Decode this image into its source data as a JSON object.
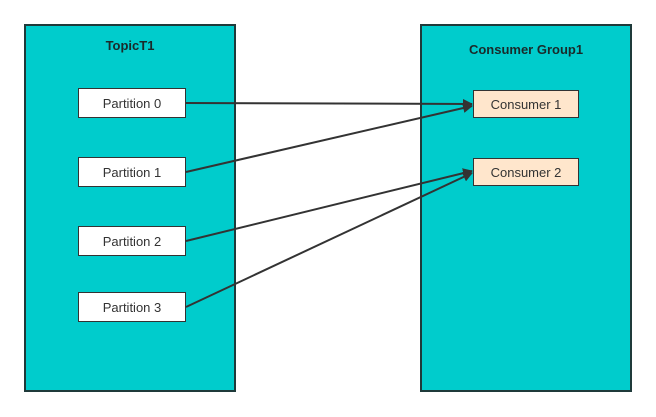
{
  "topic": {
    "title": "TopicT1",
    "partitions": [
      "Partition 0",
      "Partition 1",
      "Partition 2",
      "Partition 3"
    ]
  },
  "consumer_group": {
    "title": "Consumer Group1",
    "consumers": [
      "Consumer 1",
      "Consumer 2"
    ]
  },
  "assignments": [
    {
      "from": "Partition 0",
      "to": "Consumer 1"
    },
    {
      "from": "Partition 1",
      "to": "Consumer 1"
    },
    {
      "from": "Partition 2",
      "to": "Consumer 2"
    },
    {
      "from": "Partition 3",
      "to": "Consumer 2"
    }
  ],
  "colors": {
    "group_fill": "#00CCCC",
    "partition_fill": "#FFFFFF",
    "consumer_fill": "#FFE6CC",
    "stroke": "#333333"
  }
}
